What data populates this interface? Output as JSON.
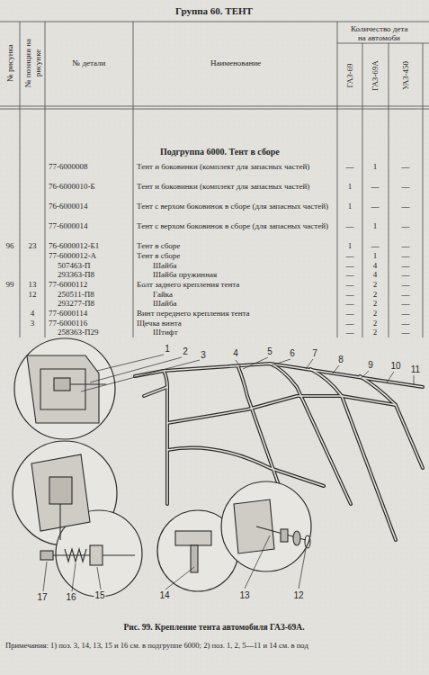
{
  "diagram": {
    "title": "Группа 60. ТЕНТ",
    "caption": "Рис. 99. Крепление тента автомобиля ГАЗ-69А.",
    "labels": [
      "№ рисунка",
      "№ позиции на рисунке",
      "№ детали",
      "Наименование",
      "Количество дета",
      "на автомоби",
      "ГАЗ-69",
      "ГАЗ-69А",
      "УАЗ-450",
      "Подгруппа 6000. Тент в сборе",
      "77-6000008",
      "Тент и боковинки (комплект для запасных частей)",
      "—",
      "1",
      "—",
      "76-6000010-Б",
      "Тент и боковинки (комплект для запасных частей)",
      "1",
      "—",
      "—",
      "76-6000014",
      "Тент с верхом боковинок в сборе (для запасных частей)",
      "1",
      "—",
      "—",
      "77-6000014",
      "Тент с верхом боковинок в сборе (для запасных частей)",
      "—",
      "1",
      "—",
      "96",
      "23",
      "76-6000012-Б1",
      "Тент в сборе",
      "1",
      "—",
      "—",
      "77-6000012-А",
      "Тент в сборе",
      "—",
      "1",
      "—",
      "507463-П",
      "Шайба",
      "—",
      "4",
      "—",
      "293363-П8",
      "Шайба пружинная",
      "—",
      "4",
      "—",
      "99",
      "13",
      "77-6000112",
      "Болт заднего крепления тента",
      "—",
      "2",
      "—",
      "12",
      "250511-П8",
      "Гайка",
      "—",
      "2",
      "—",
      "293277-П8",
      "Шайба",
      "—",
      "2",
      "—",
      "4",
      "77-6000114",
      "Винт переднего крепления тента",
      "—",
      "2",
      "—",
      "3",
      "77-6000116",
      "Щечка винта",
      "—",
      "2",
      "—",
      "258363-П29",
      "Штифт",
      "—",
      "2",
      "—",
      "1",
      "2",
      "3",
      "4",
      "5",
      "6",
      "7",
      "8",
      "9",
      "10",
      "11",
      "12",
      "13",
      "14",
      "15",
      "16",
      "17",
      "Примечания: 1) поз. 3, 14, 13, 15 и 16 см. в подгруппе 6000; 2) поз. 1, 2, 5—11 и 14 см. в под"
    ]
  }
}
